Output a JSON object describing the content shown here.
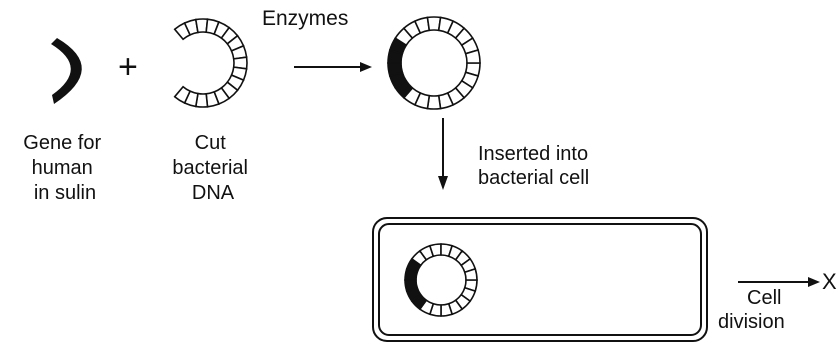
{
  "labels": {
    "gene": [
      "Gene for",
      "human",
      "in sulin"
    ],
    "plus": "+",
    "cut_dna": [
      "Cut",
      "bacterial",
      "DNA"
    ],
    "enzymes": "Enzymes",
    "inserted": [
      "Inserted into",
      "bacterial cell"
    ],
    "cell_division": [
      "Cell",
      "division"
    ],
    "x": "X"
  },
  "colors": {
    "ink": "#111111",
    "fill": "#ffffff"
  }
}
